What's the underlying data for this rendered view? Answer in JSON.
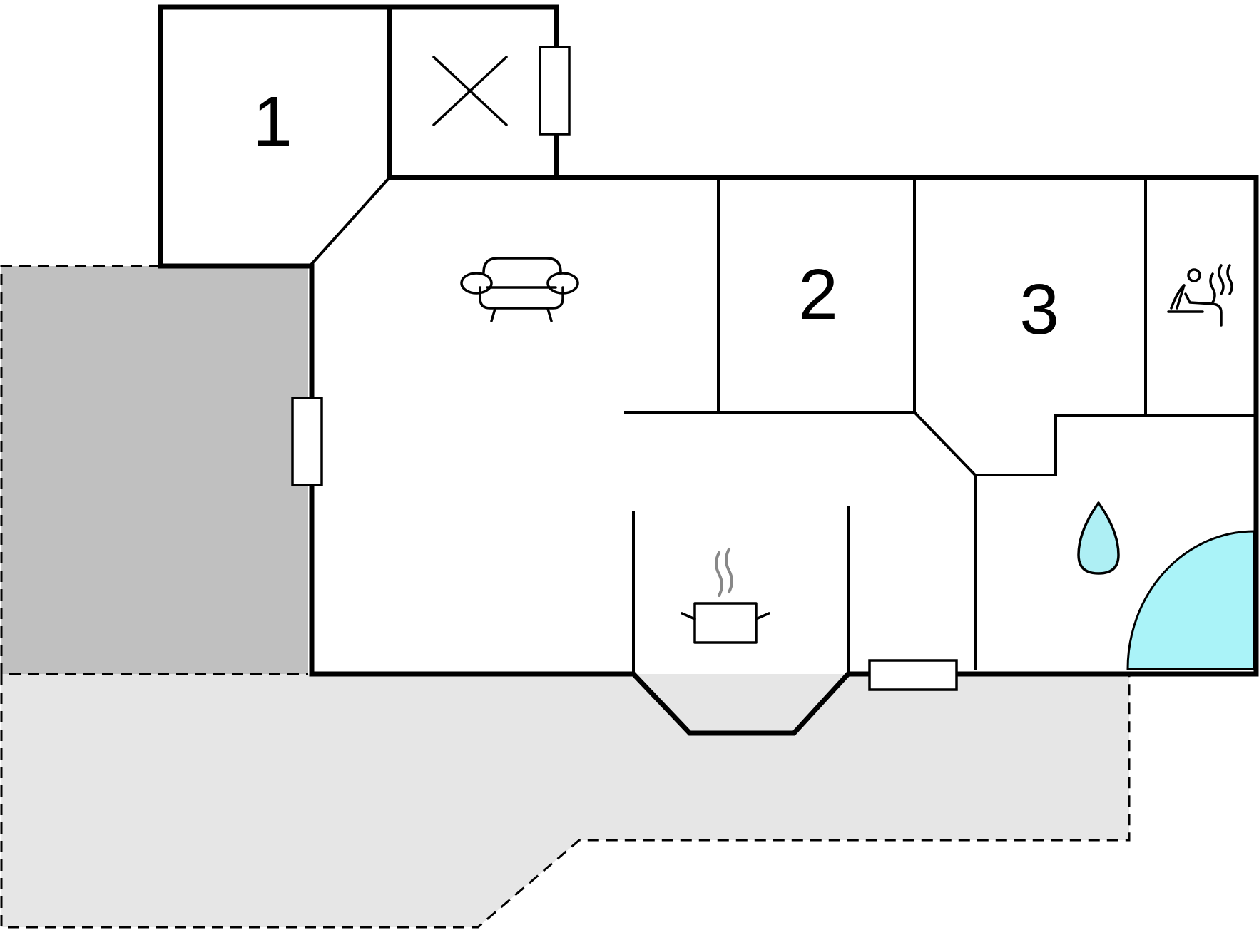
{
  "rooms": {
    "room_1": {
      "label": "1",
      "type": "bedroom"
    },
    "room_2": {
      "label": "2",
      "type": "bedroom"
    },
    "room_3": {
      "label": "3",
      "type": "bedroom"
    },
    "wc": {
      "icon": "cross-icon"
    },
    "living": {
      "icon": "sofa-icon"
    },
    "kitchen": {
      "icon": "cooking-pot-icon"
    },
    "sauna": {
      "icon": "sauna-icon"
    },
    "bathroom": {
      "icon": "water-drop-icon"
    }
  },
  "areas": {
    "covered_terrace": {
      "color": "#c0c0c0"
    },
    "open_terrace": {
      "color": "#e6e6e6"
    }
  },
  "colors": {
    "shower": "#aaf3f8",
    "water_drop": "#aeeff4",
    "wall": "#000000"
  }
}
